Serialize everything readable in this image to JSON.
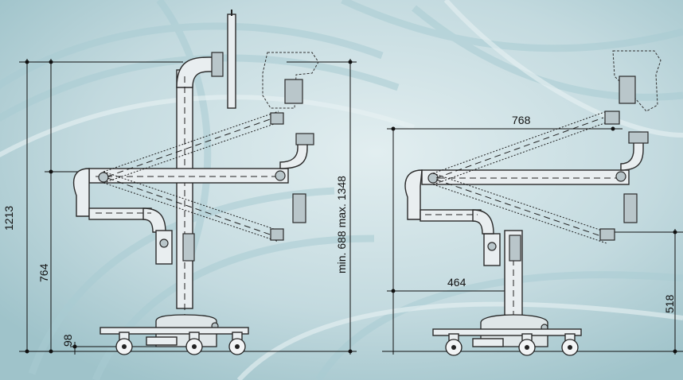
{
  "left_view": {
    "dims": {
      "total_height": "1213",
      "pivot_height": "764",
      "base_height": "98",
      "reach": "min. 688 max. 1348"
    }
  },
  "right_view": {
    "dims": {
      "horizontal_reach": "768",
      "horizontal_min": "464",
      "vertical_height": "518"
    }
  },
  "colors": {
    "background": "#cfe3e6",
    "swirl": "#9fc4cb",
    "line": "#111111"
  }
}
